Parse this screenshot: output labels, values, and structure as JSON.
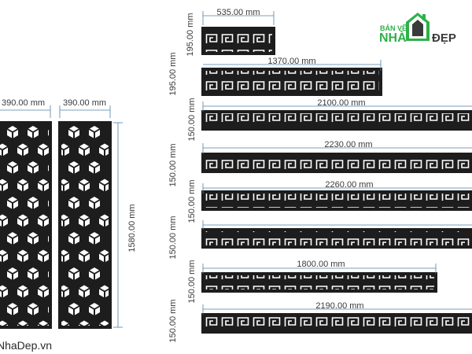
{
  "brand": {
    "small_text": "BẢN VẼ",
    "big_text": "NHÀ",
    "suffix_text": "ĐẸP",
    "watermark": "NhaDep.vn",
    "accent_color": "#2eb14a",
    "dark_color": "#3a3a3a"
  },
  "colors": {
    "panel": "#1d1d1d",
    "dimension_line": "#4f7fa6",
    "dimension_text": "#3a3a3a"
  },
  "panels": {
    "pattern": "hexagonal-cube-lattice",
    "panel1_width_label": "390.00 mm",
    "panel2_width_label": "390.00 mm",
    "height_label": "1580.00 mm"
  },
  "strips": {
    "pattern": "greek-key-meander",
    "items": [
      {
        "length_label": "535.00 mm",
        "height_label": "195.00 mm"
      },
      {
        "length_label": "1370.00 mm",
        "height_label": "195.00 mm"
      },
      {
        "length_label": "2100.00 mm",
        "height_label": "150.00 mm"
      },
      {
        "length_label": "2230.00 mm",
        "height_label": "150.00 mm"
      },
      {
        "length_label": "2260.00 mm",
        "height_label": "150.00 mm"
      },
      {
        "length_label": "",
        "height_label": "150.00 mm"
      },
      {
        "length_label": "1800.00 mm",
        "height_label": "150.00 mm"
      },
      {
        "length_label": "2190.00 mm",
        "height_label": "150.00 mm"
      }
    ]
  }
}
